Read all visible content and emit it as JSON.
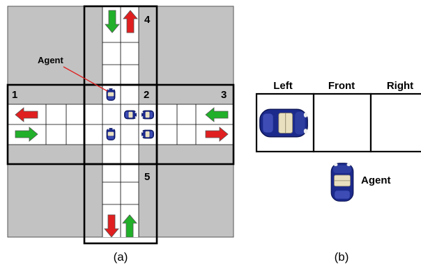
{
  "panel_a": {
    "caption": "(a)",
    "agent_label": "Agent",
    "zones": [
      {
        "id": "1",
        "label": "1"
      },
      {
        "id": "2",
        "label": "2"
      },
      {
        "id": "3",
        "label": "3"
      },
      {
        "id": "4",
        "label": "4"
      },
      {
        "id": "5",
        "label": "5"
      }
    ],
    "arrow_colors": {
      "green": "#22b02a",
      "red": "#e02020"
    },
    "car_color": "#1c2a8c"
  },
  "panel_b": {
    "caption": "(b)",
    "headers": [
      "Left",
      "Front",
      "Right"
    ],
    "agent_label": "Agent"
  },
  "colors": {
    "background_gray": "#c2c2c2",
    "road": "#ffffff",
    "line": "#000000",
    "pointer": "#e02020"
  }
}
